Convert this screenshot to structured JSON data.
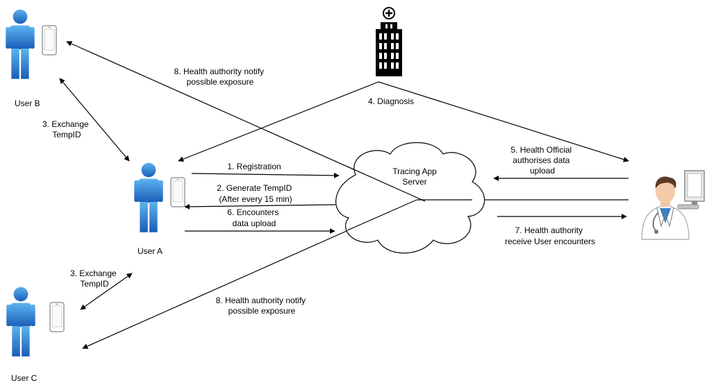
{
  "actors": {
    "user_b": "User B",
    "user_a": "User A",
    "user_c": "User C"
  },
  "cloud": {
    "line1": "Tracing App",
    "line2": "Server"
  },
  "labels": {
    "notify_b": [
      "8. Health authority notify",
      "possible exposure"
    ],
    "exchange_b": [
      "3. Exchange",
      "TempID"
    ],
    "diagnosis": [
      "4. Diagnosis"
    ],
    "registration": [
      "1. Registration"
    ],
    "generate": [
      "2. Generate TempID",
      "(After every 15 min)"
    ],
    "encounters": [
      "6. Encounters",
      "data upload"
    ],
    "authorises": [
      "5. Health Official",
      "authorises data",
      "upload"
    ],
    "receive": [
      "7. Health authority",
      "receive User encounters"
    ],
    "exchange_c": [
      "3. Exchange",
      "TempID"
    ],
    "notify_c": [
      "8. Health authority notify",
      "possible exposure"
    ]
  },
  "icons": [
    "user-figure-icon",
    "smartphone-icon",
    "hospital-building-icon",
    "doctor-computer-icon",
    "cloud-icon"
  ],
  "colors": {
    "figure_light": "#5bb4ee",
    "figure_dark": "#1a5cb8",
    "line": "#000000"
  }
}
